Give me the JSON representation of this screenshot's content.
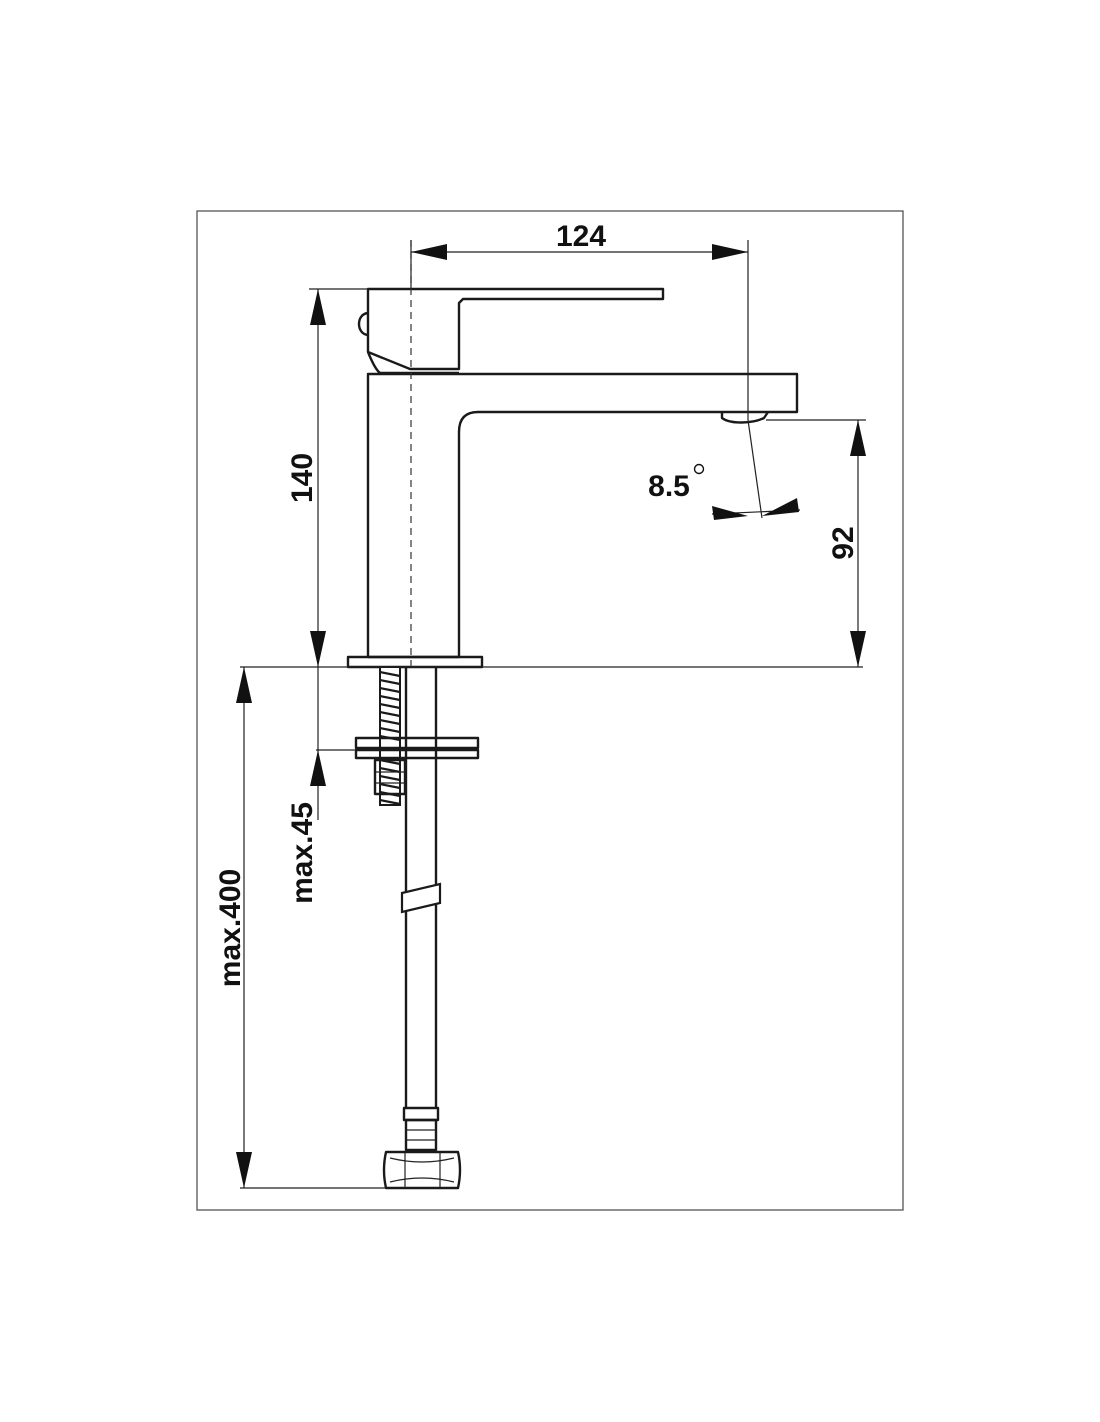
{
  "drawing": {
    "colors": {
      "line": "#1a1a1a",
      "frame": "#555555",
      "background": "#ffffff"
    },
    "dimensions": {
      "spout_reach": "124",
      "total_height": "140",
      "spout_height": "92",
      "spout_angle": "8.5",
      "degree_symbol": "°",
      "max_deck_thickness": "max.45",
      "max_hose_length": "max.400"
    }
  }
}
